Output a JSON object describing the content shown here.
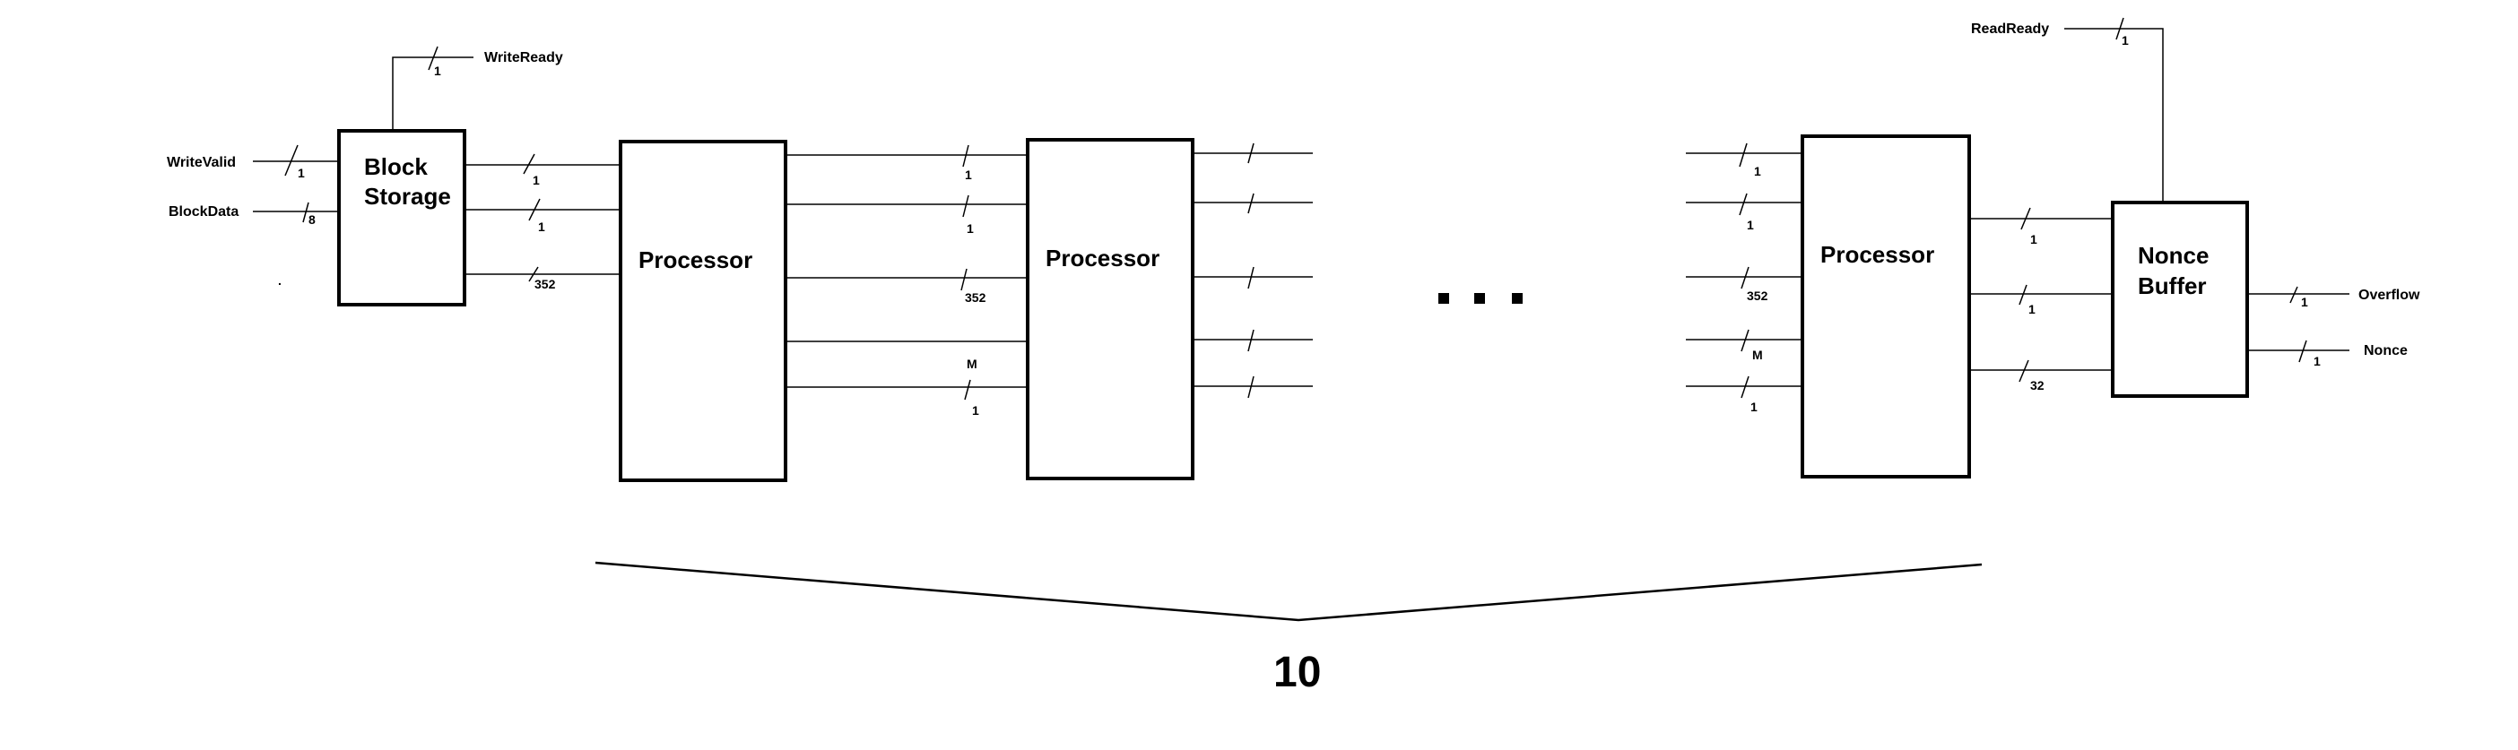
{
  "signals": {
    "write_valid": "WriteValid",
    "block_data": "BlockData",
    "write_ready": "WriteReady",
    "read_ready": "ReadReady",
    "overflow": "Overflow",
    "nonce": "Nonce"
  },
  "blocks": {
    "block_storage_line1": "Block",
    "block_storage_line2": "Storage",
    "processor_1": "Processor",
    "processor_2": "Processor",
    "processor_3": "Processor",
    "nonce_buffer_line1": "Nonce",
    "nonce_buffer_line2": "Buffer"
  },
  "widths": {
    "write_valid": "1",
    "block_data": "8",
    "write_ready": "1",
    "storage_out_1": "1",
    "storage_out_2": "1",
    "storage_out_3": "352",
    "p1_out_1": "1",
    "p1_out_2": "1",
    "p1_out_3": "352",
    "p1_out_4": "M",
    "p1_out_5": "1",
    "p3_in_1": "1",
    "p3_in_2": "1",
    "p3_in_3": "352",
    "p3_in_4": "M",
    "p3_in_5": "1",
    "p3_out_1": "1",
    "p3_out_2": "1",
    "p3_out_3": "32",
    "read_ready": "1",
    "overflow": "1",
    "nonce": "1"
  },
  "repeat_count": "10"
}
